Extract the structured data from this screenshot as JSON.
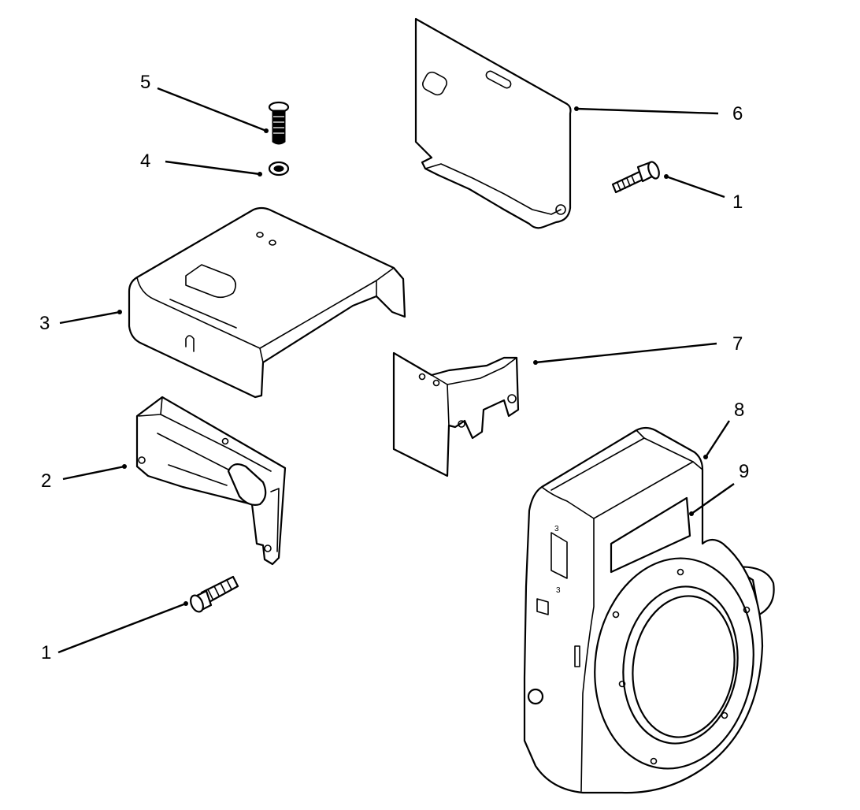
{
  "callouts": {
    "c1_top": "1",
    "c1_bottom": "1",
    "c2": "2",
    "c3": "3",
    "c4": "4",
    "c5": "5",
    "c6": "6",
    "c7": "7",
    "c8": "8",
    "c9": "9"
  },
  "housing_marks": {
    "upper": "3",
    "lower": "3"
  },
  "icons": [
    "screw-icon",
    "washer-icon",
    "bolt-icon"
  ]
}
